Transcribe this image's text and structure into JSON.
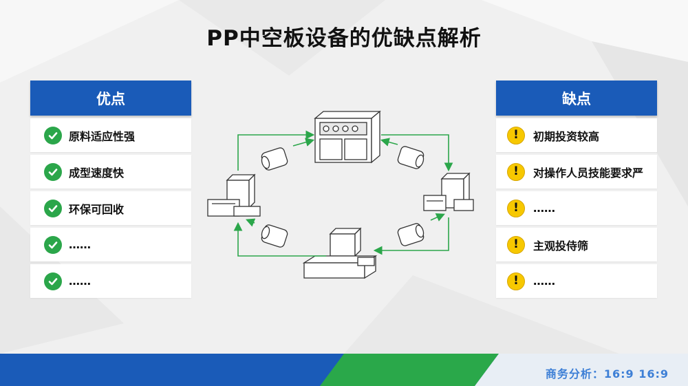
{
  "title": "PP中空板设备的优缺点解析",
  "pros": {
    "header": "优点",
    "items": [
      "原料适应性强",
      "成型速度快",
      "环保可回收",
      "……",
      "……"
    ]
  },
  "cons": {
    "header": "缺点",
    "items": [
      "初期投资较高",
      "对操作人员技能要求严",
      "……",
      "主观投侍筛",
      "……"
    ]
  },
  "footer": {
    "text": "商务分析：16:9  16:9"
  },
  "colors": {
    "header_blue": "#1a5bb8",
    "check_green": "#2ba64a",
    "warn_yellow": "#f7c800",
    "arrow_green": "#2ba64a",
    "footer_blue": "#1a5bb8",
    "footer_green": "#2aa84a"
  },
  "icons": {
    "pro": "check-circle-icon",
    "con": "exclamation-circle-icon"
  }
}
